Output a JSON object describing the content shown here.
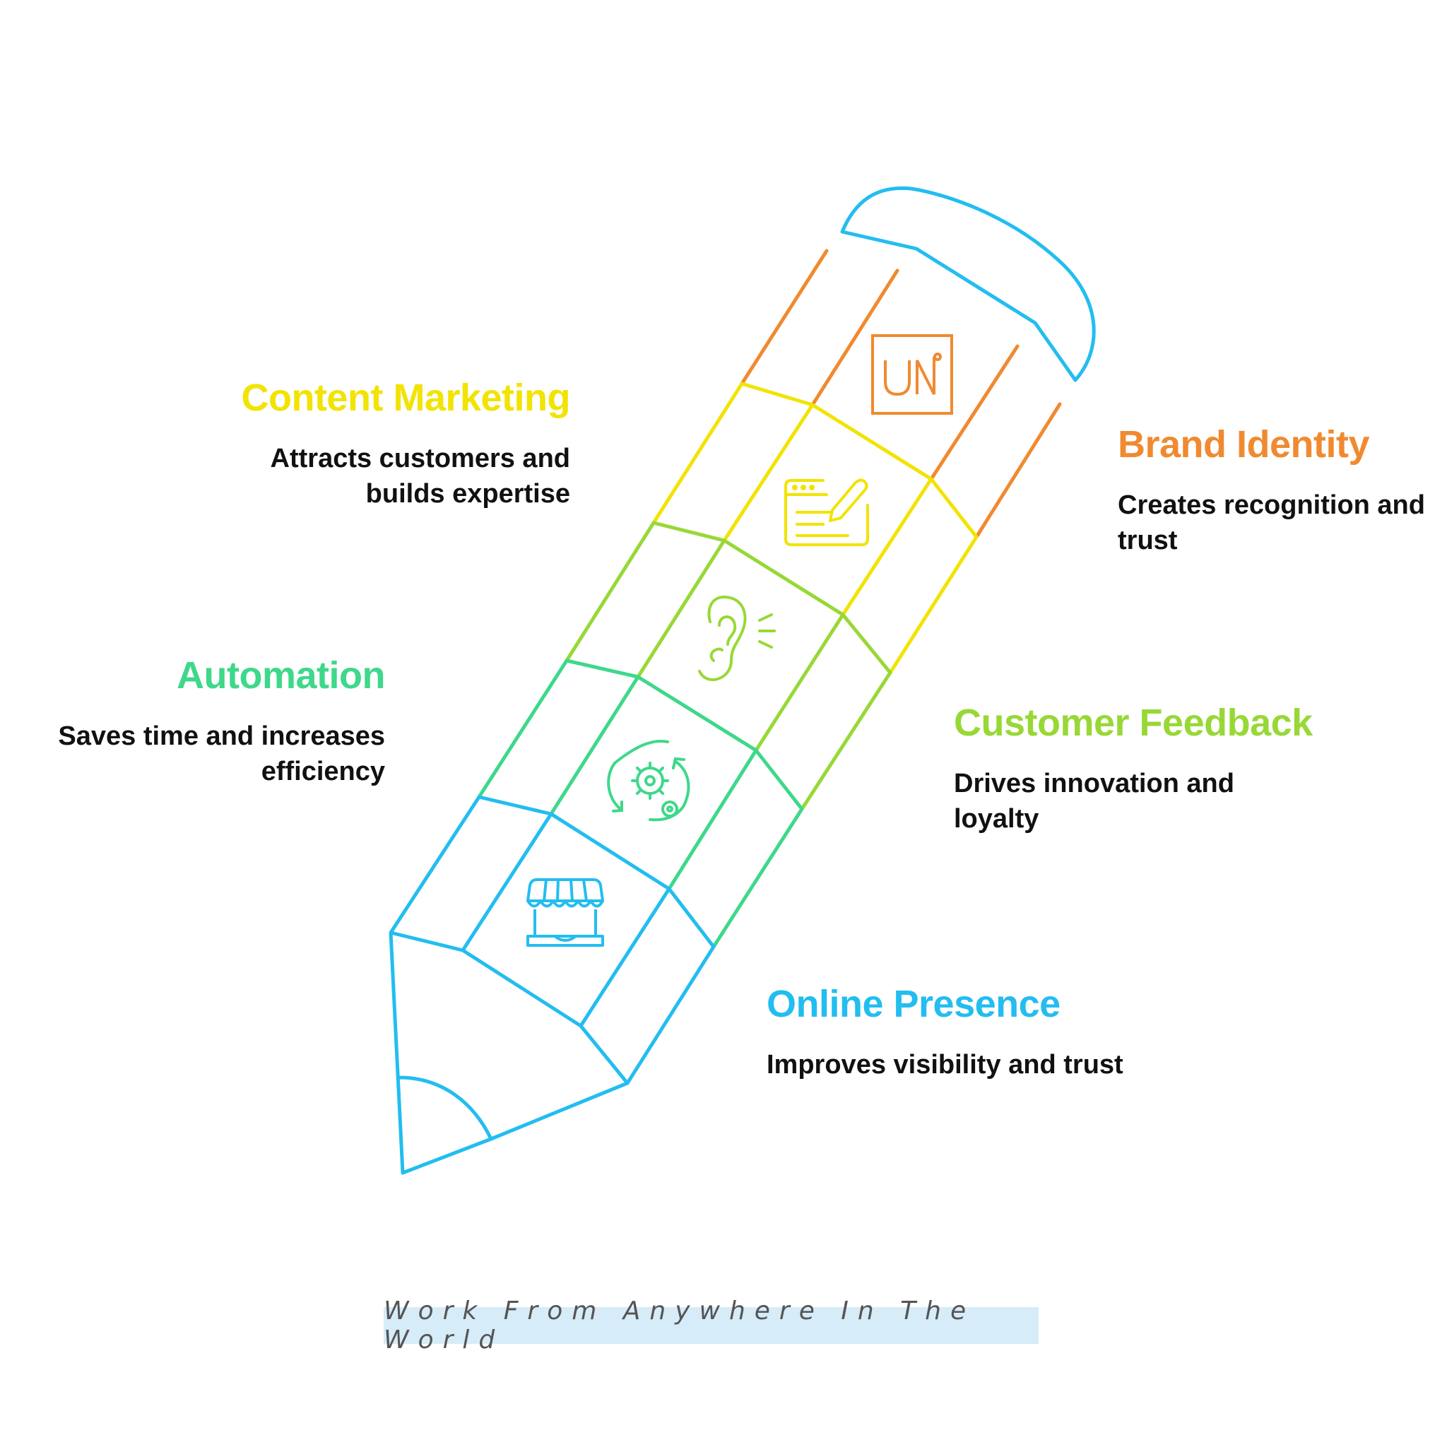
{
  "sections": [
    {
      "id": "content",
      "title": "Content Marketing",
      "desc_line1": "Attracts customers and",
      "desc_line2": "builds expertise",
      "color": "#f2e300",
      "icon": "web-edit-icon"
    },
    {
      "id": "brand",
      "title": "Brand Identity",
      "desc_line1": "Creates recognition and",
      "desc_line2": "trust",
      "color": "#f08a30",
      "icon": "logo-box-icon"
    },
    {
      "id": "auto",
      "title": "Automation",
      "desc_line1": "Saves time and increases",
      "desc_line2": "efficiency",
      "color": "#3ed88a",
      "icon": "gears-cycle-icon"
    },
    {
      "id": "feedback",
      "title": "Customer Feedback",
      "desc_line1": "Drives innovation and",
      "desc_line2": "loyalty",
      "color": "#98d836",
      "icon": "ear-listening-icon"
    },
    {
      "id": "online",
      "title": "Online Presence",
      "desc_line1": "Improves visibility and trust",
      "desc_line2": "",
      "color": "#23bdf0",
      "icon": "storefront-icon"
    }
  ],
  "brand_logo_text": "UNi",
  "footer": {
    "text": "Work From Anywhere In The World"
  }
}
